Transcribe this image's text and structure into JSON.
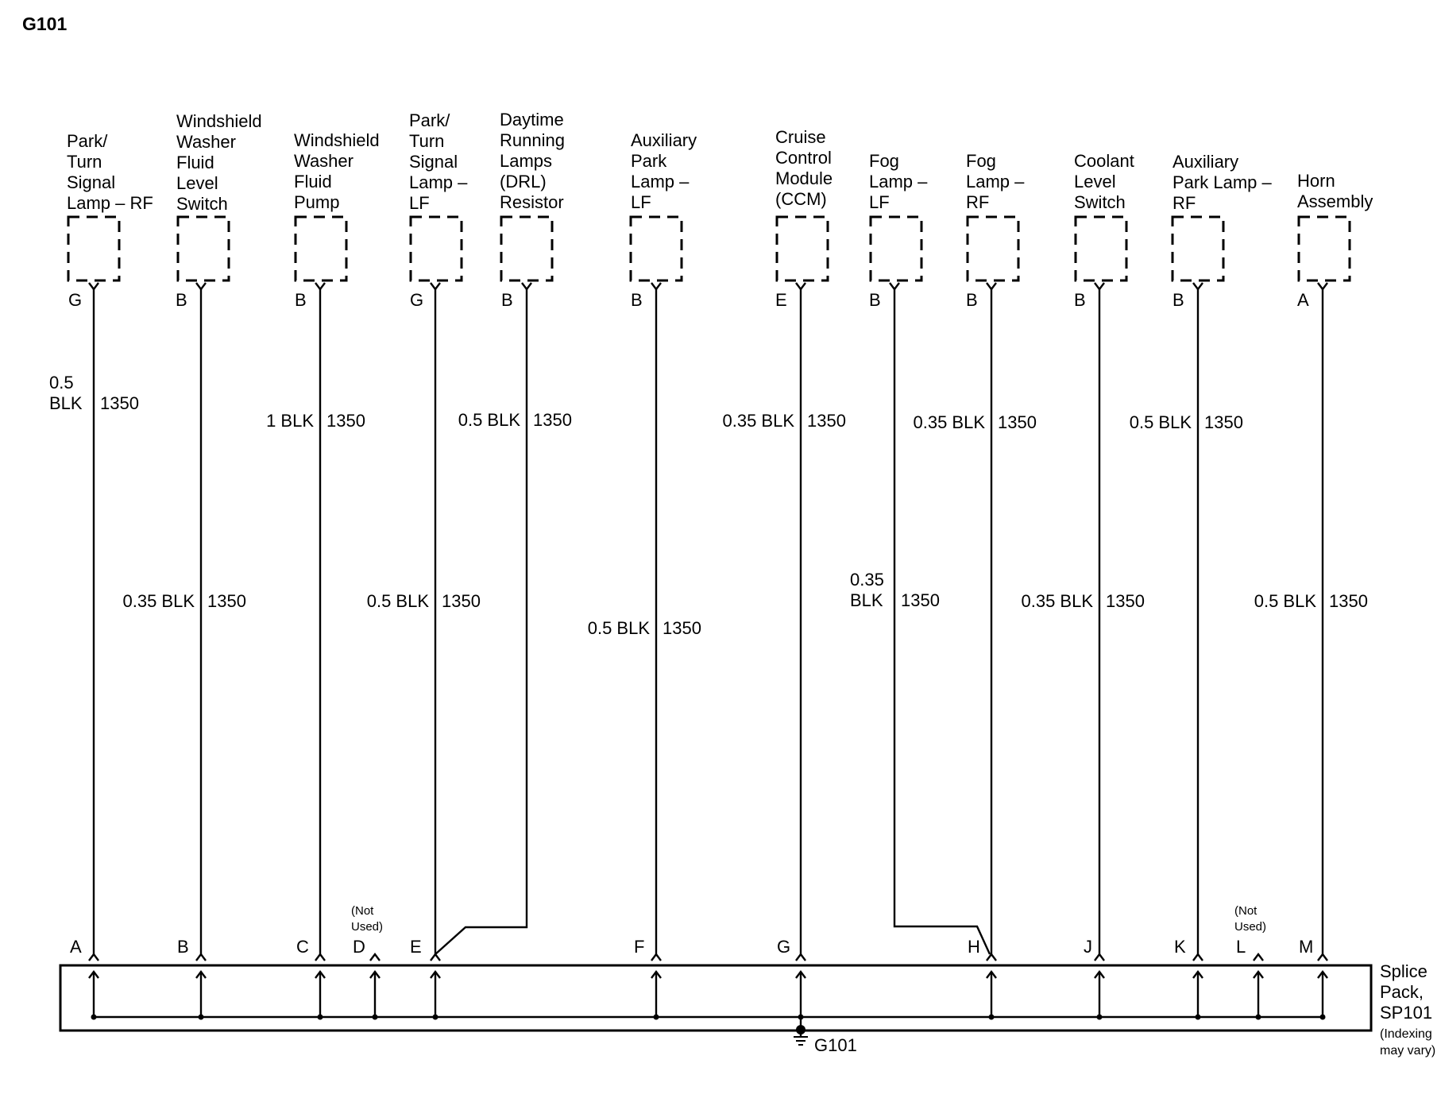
{
  "title": "G101",
  "circuit": "1350",
  "components": [
    {
      "id": "c1",
      "lines": [
        "Park/",
        "Turn",
        "Signal",
        "Lamp – RF"
      ],
      "pin": "G",
      "wire": [
        "0.5",
        "BLK"
      ],
      "splice_pin": "A"
    },
    {
      "id": "c2",
      "lines": [
        "Windshield",
        "Washer",
        "Fluid",
        "Level",
        "Switch"
      ],
      "pin": "B",
      "wire": [
        "0.35 BLK"
      ],
      "splice_pin": "B"
    },
    {
      "id": "c3",
      "lines": [
        "Windshield",
        "Washer",
        "Fluid",
        "Pump"
      ],
      "pin": "B",
      "wire": [
        "1 BLK"
      ],
      "splice_pin": "C"
    },
    {
      "id": "c4",
      "lines": [
        "Park/",
        "Turn",
        "Signal",
        "Lamp –",
        "LF"
      ],
      "pin": "G",
      "wire": [
        "0.5 BLK"
      ],
      "splice_pin": "E"
    },
    {
      "id": "c5",
      "lines": [
        "Daytime",
        "Running",
        "Lamps",
        "(DRL)",
        "Resistor"
      ],
      "pin": "B",
      "wire": [
        "0.5 BLK"
      ],
      "splice_pin": "E"
    },
    {
      "id": "c6",
      "lines": [
        "Auxiliary",
        "Park",
        "Lamp –",
        "LF"
      ],
      "pin": "B",
      "wire": [
        "0.5 BLK"
      ],
      "splice_pin": "F"
    },
    {
      "id": "c7",
      "lines": [
        "Cruise",
        "Control",
        "Module",
        "(CCM)"
      ],
      "pin": "E",
      "wire": [
        "0.35 BLK"
      ],
      "splice_pin": "G"
    },
    {
      "id": "c8",
      "lines": [
        "Fog",
        "Lamp –",
        "LF"
      ],
      "pin": "B",
      "wire": [
        "0.35",
        "BLK"
      ],
      "splice_pin": "H"
    },
    {
      "id": "c9",
      "lines": [
        "Fog",
        "Lamp –",
        "RF"
      ],
      "pin": "B",
      "wire": [
        "0.35 BLK"
      ],
      "splice_pin": "H"
    },
    {
      "id": "c10",
      "lines": [
        "Coolant",
        "Level",
        "Switch"
      ],
      "pin": "B",
      "wire": [
        "0.35 BLK"
      ],
      "splice_pin": "J"
    },
    {
      "id": "c11",
      "lines": [
        "Auxiliary",
        "Park Lamp –",
        "RF"
      ],
      "pin": "B",
      "wire": [
        "0.5 BLK"
      ],
      "splice_pin": "K"
    },
    {
      "id": "c12",
      "lines": [
        "Horn",
        "Assembly"
      ],
      "pin": "A",
      "wire": [
        "0.5 BLK"
      ],
      "splice_pin": "M"
    }
  ],
  "splice_pins": [
    "A",
    "B",
    "C",
    "D",
    "E",
    "F",
    "G",
    "H",
    "J",
    "K",
    "L",
    "M"
  ],
  "not_used_note": [
    "(Not",
    "Used)"
  ],
  "splice_pack": {
    "lines": [
      "Splice",
      "Pack,",
      "SP101"
    ],
    "note": [
      "(Indexing",
      "may vary)"
    ]
  },
  "ground": "G101"
}
